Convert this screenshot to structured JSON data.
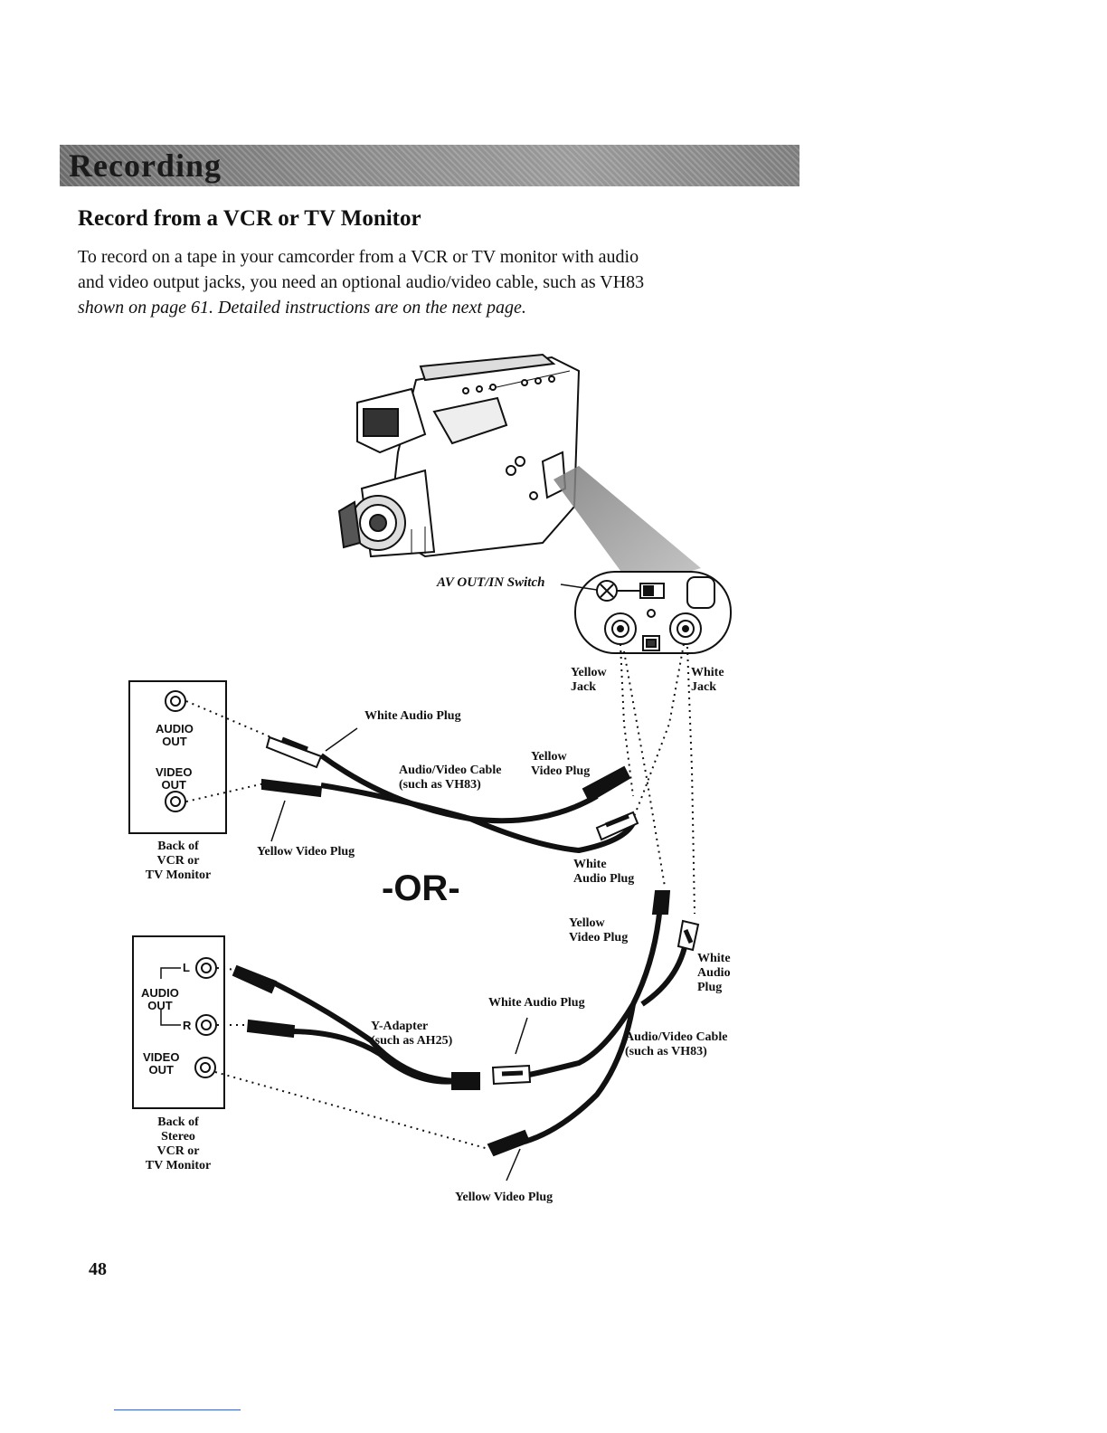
{
  "header": {
    "section": "Recording"
  },
  "title": "Record from a VCR or TV Monitor",
  "intro": {
    "line1": "To record on a tape in your camcorder from a VCR or TV monitor with audio",
    "line2": "and video output jacks, you need an optional audio/video cable, such as VH83",
    "line3": "shown on page 61.  Detailed instructions are on the next page."
  },
  "labels": {
    "av_switch": "AV OUT/IN Switch",
    "yellow_jack": "Yellow\nJack",
    "white_jack": "White\nJack",
    "white_audio_plug_1": "White Audio Plug",
    "yellow_video_plug_top": "Yellow\nVideo Plug",
    "av_cable_1": "Audio/Video Cable\n(such as VH83)",
    "yellow_video_plug_1": "Yellow Video Plug",
    "white_audio_plug_right": "White\nAudio Plug",
    "or": "-OR-",
    "yellow_video_plug_2": "Yellow\nVideo Plug",
    "white_audio_plug_2": "White\nAudio\nPlug",
    "white_audio_plug_3": "White Audio Plug",
    "y_adapter": "Y-Adapter\n(such as AH25)",
    "av_cable_2": "Audio/Video Cable\n(such as VH83)",
    "yellow_video_plug_3": "Yellow Video Plug"
  },
  "panel1": {
    "audio_out": "AUDIO\nOUT",
    "video_out": "VIDEO\nOUT",
    "caption": "Back of\nVCR or\nTV Monitor"
  },
  "panel2": {
    "l": "L",
    "r": "R",
    "audio_out": "AUDIO\nOUT",
    "video_out": "VIDEO\nOUT",
    "caption": "Back of\nStereo\nVCR or\nTV Monitor"
  },
  "page_number": "48"
}
